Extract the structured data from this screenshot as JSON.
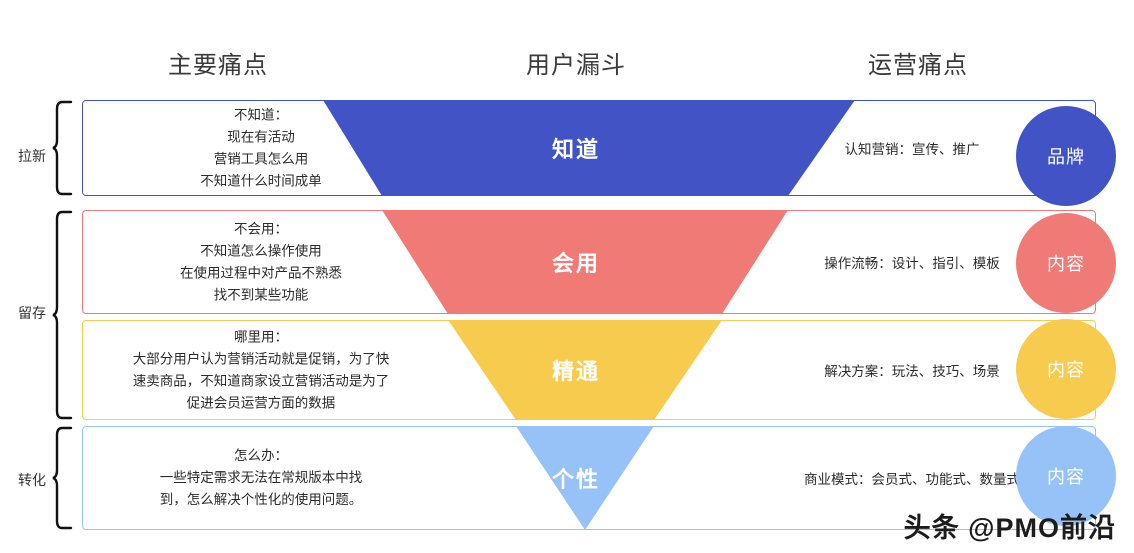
{
  "headers": {
    "pain": "主要痛点",
    "funnel": "用户漏斗",
    "ops": "运营痛点"
  },
  "stages": [
    {
      "label": "拉新"
    },
    {
      "label": "留存"
    },
    {
      "label": "转化"
    }
  ],
  "colors": {
    "blue": "#4254C5",
    "red": "#F07A76",
    "yellow": "#F7CB4D",
    "lightblue": "#96C2F7"
  },
  "rows": [
    {
      "id": "row1",
      "color": "#4254C5",
      "pain_lead": "不知道：",
      "pain_lines": [
        "现在有活动",
        "营销工具怎么用",
        "不知道什么时间成单"
      ],
      "funnel_word": "知道",
      "ops_text": "认知营销：宣传、推广",
      "circle_label": "品牌"
    },
    {
      "id": "row2",
      "color": "#F07A76",
      "pain_lead": "不会用：",
      "pain_lines": [
        "不知道怎么操作使用",
        "在使用过程中对产品不熟悉",
        "找不到某些功能"
      ],
      "funnel_word": "会用",
      "ops_text": "操作流畅：设计、指引、模板",
      "circle_label": "内容"
    },
    {
      "id": "row3",
      "color": "#F7CB4D",
      "pain_lead": "哪里用：",
      "pain_lines": [
        "大部分用户认为营销活动就是促销，为了快",
        "速卖商品，不知道商家设立营销活动是为了",
        "促进会员运营方面的数据"
      ],
      "funnel_word": "精通",
      "ops_text": "解决方案：玩法、技巧、场景",
      "circle_label": "内容"
    },
    {
      "id": "row4",
      "color": "#96C2F7",
      "pain_lead": "怎么办：",
      "pain_lines": [
        "一些特定需求无法在常规版本中找",
        "到，怎么解决个性化的使用问题。"
      ],
      "funnel_word": "个性",
      "ops_text": "商业模式：会员式、功能式、数量式",
      "circle_label": "内容"
    }
  ],
  "watermark": "头条 @PMO前沿"
}
